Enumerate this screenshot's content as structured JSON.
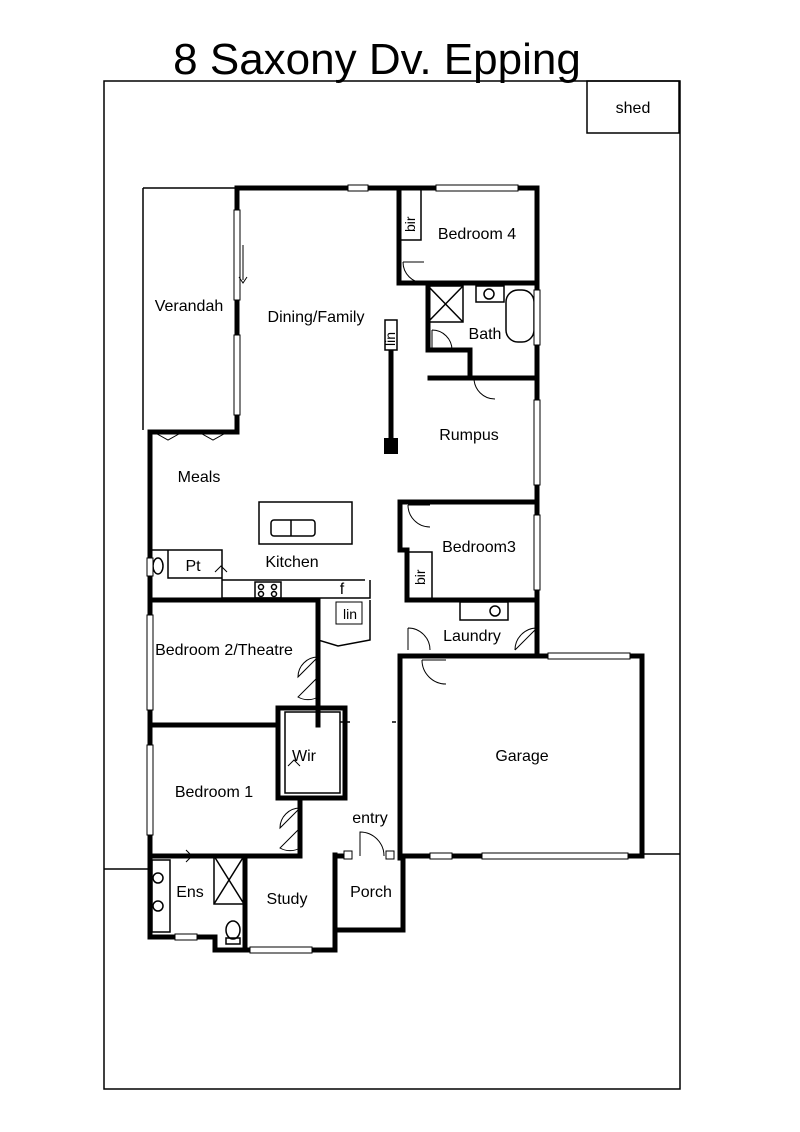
{
  "title": "8 Saxony Dv. Epping",
  "rooms": {
    "shed": "shed",
    "bedroom4": "Bedroom 4",
    "bir_top": "bir",
    "bath": "Bath",
    "verandah": "Verandah",
    "dining_family": "Dining/Family",
    "lin_top": "lin",
    "rumpus": "Rumpus",
    "meals": "Meals",
    "kitchen": "Kitchen",
    "pt": "Pt",
    "f": "f",
    "lin_mid": "lin",
    "bedroom3": "Bedroom3",
    "bir_mid": "bir",
    "laundry": "Laundry",
    "bedroom2": "Bedroom 2/Theatre",
    "wir": "Wir",
    "garage": "Garage",
    "bedroom1": "Bedroom 1",
    "entry": "entry",
    "ens": "Ens",
    "study": "Study",
    "porch": "Porch"
  }
}
